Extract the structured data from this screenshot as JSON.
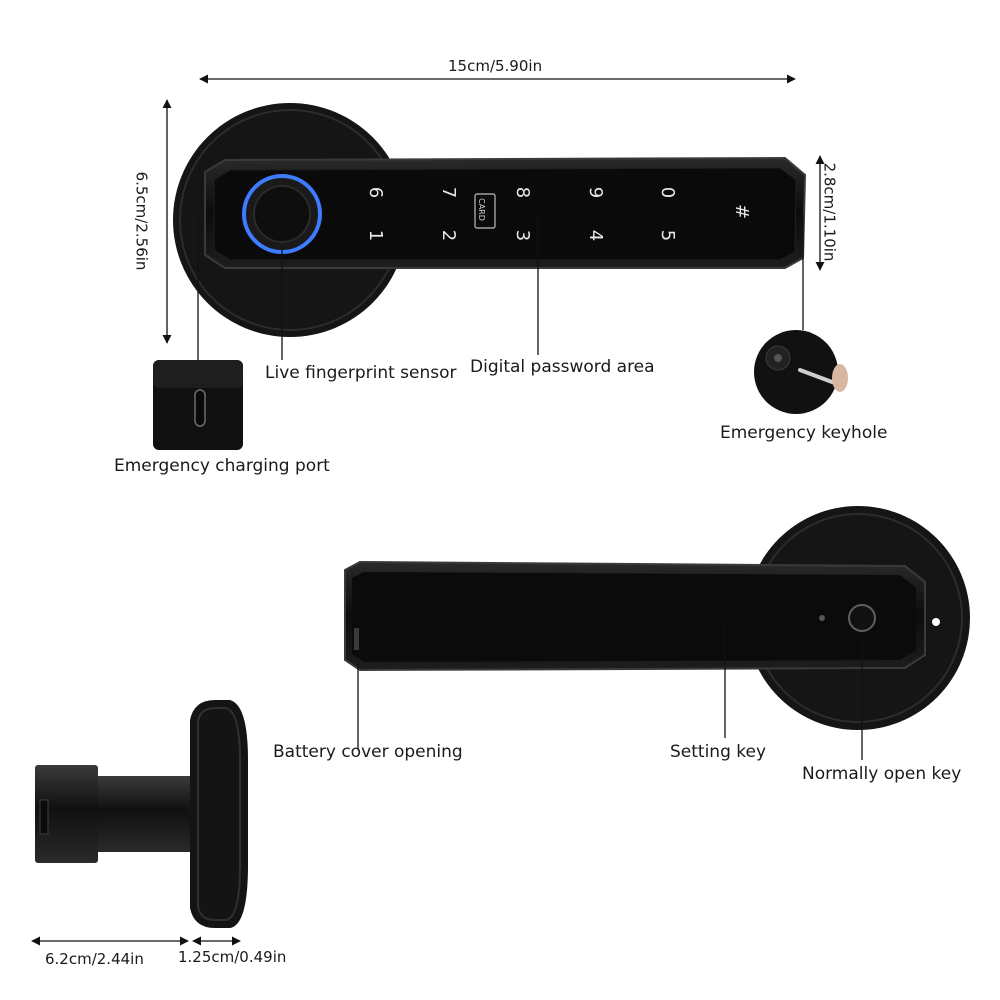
{
  "dimensions": {
    "length": "15cm/5.90in",
    "rose_height": "6.5cm/2.56in",
    "handle_height": "2.8cm/1.10in",
    "spindle_length": "6.2cm/2.44in",
    "rose_thickness": "1.25cm/0.49in"
  },
  "keypad": {
    "top_row": [
      "6",
      "7",
      "8",
      "9",
      "0",
      "#"
    ],
    "bottom_row": [
      "1",
      "2",
      "3",
      "4",
      "5"
    ],
    "card_label": "CARD"
  },
  "callouts": {
    "fingerprint": "Live fingerprint sensor",
    "password": "Digital password area",
    "keyhole": "Emergency keyhole",
    "charging": "Emergency charging port",
    "battery": "Battery cover opening",
    "setting": "Setting key",
    "normally_open": "Normally open key"
  },
  "colors": {
    "body": "#141414",
    "edge": "#2b2b2b",
    "sensor_ring": "#3d7bff",
    "keypad_text": "#e8e8e8"
  }
}
